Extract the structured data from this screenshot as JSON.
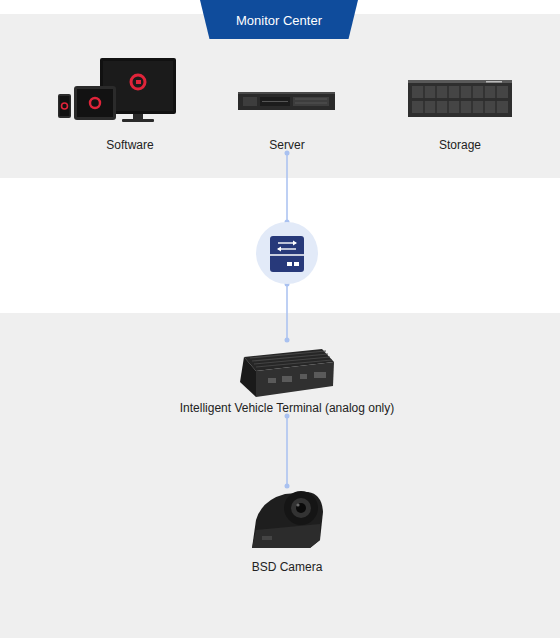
{
  "diagram": {
    "nodes": [
      {
        "text": [
          "Monitor Center"
        ]
      },
      {
        "text": [
          "Software"
        ],
        "in": 0
      },
      {
        "text": [
          "Server"
        ],
        "in": 0
      },
      {
        "text": [
          "Storage"
        ],
        "in": 0
      },
      {
        "text": [
          "Intelligent Vehicle Terminal (analog only)"
        ]
      },
      {
        "text": [
          "BSD Camera"
        ]
      }
    ],
    "edges": [
      {
        "from": 2,
        "to": 4,
        "arrow": "none"
      },
      {
        "from": 4,
        "to": 5,
        "arrow": "none"
      }
    ]
  }
}
